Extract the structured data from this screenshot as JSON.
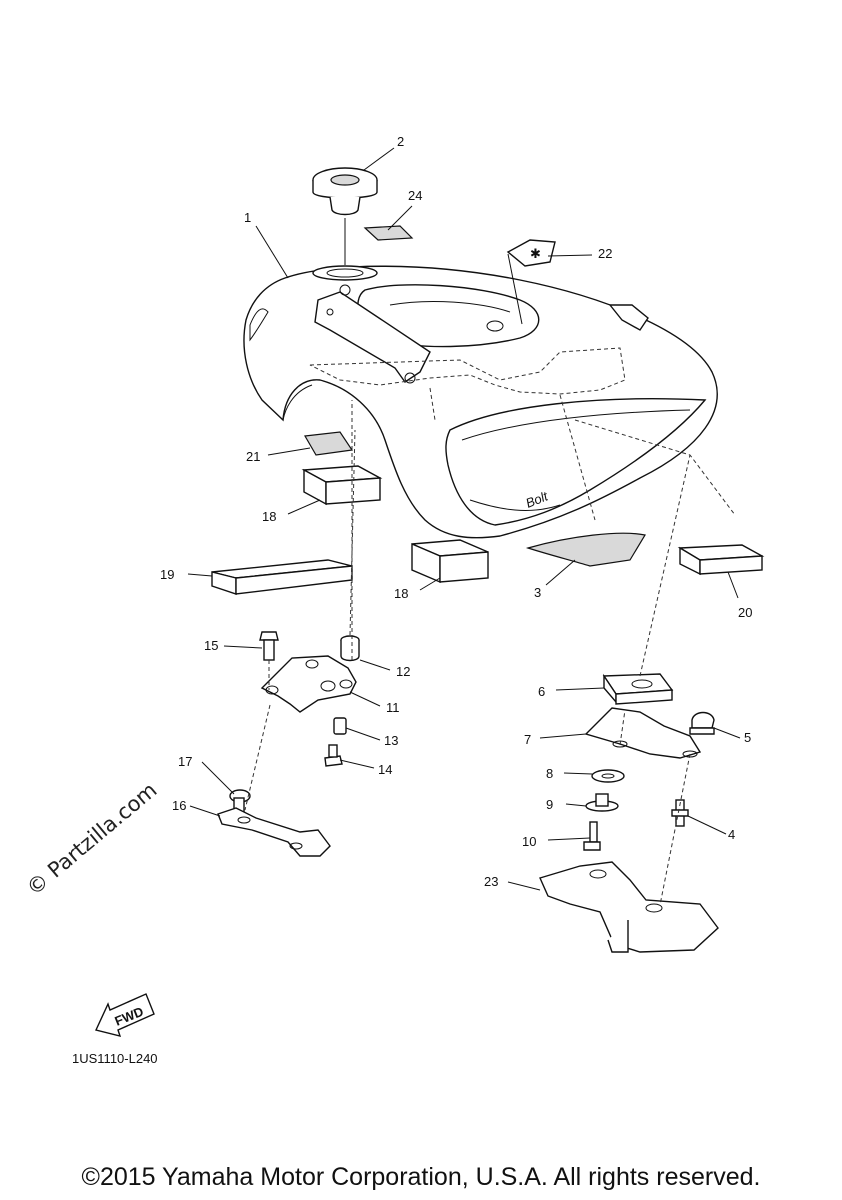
{
  "diagram": {
    "callouts": [
      "1",
      "2",
      "3",
      "4",
      "5",
      "6",
      "7",
      "8",
      "9",
      "10",
      "11",
      "12",
      "13",
      "14",
      "15",
      "16",
      "17",
      "18",
      "18",
      "19",
      "20",
      "21",
      "22",
      "23",
      "24"
    ],
    "fwd_label": "FWD",
    "diagram_code": "1US1110-L240",
    "watermark": "© Partzilla.com",
    "copyright": "©2015 Yamaha Motor Corporation, U.S.A. All rights reserved."
  }
}
